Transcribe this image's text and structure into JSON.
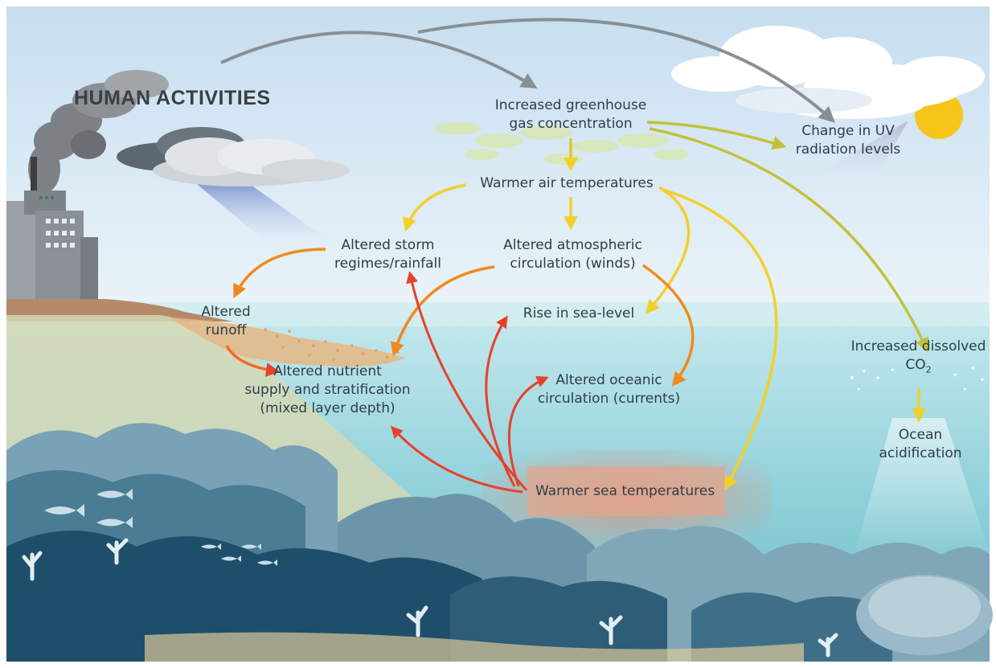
{
  "title": "HUMAN ACTIVITIES",
  "nodes": {
    "ghg": [
      "Increased greenhouse",
      "gas concentration"
    ],
    "uv": [
      "Change in UV",
      "radiation levels"
    ],
    "warmer_air": [
      "Warmer air temperatures"
    ],
    "storm": [
      "Altered storm",
      "regimes/rainfall"
    ],
    "atmo": [
      "Altered atmospheric",
      "circulation (winds)"
    ],
    "runoff": [
      "Altered",
      "runoff"
    ],
    "sea_level": [
      "Rise in sea-level"
    ],
    "co2_line1": "Increased dissolved",
    "co2_line2": "CO",
    "co2_sub": "2",
    "nutrient": [
      "Altered nutrient",
      "supply and stratification",
      "(mixed layer depth)"
    ],
    "oceanic": [
      "Altered oceanic",
      "circulation (currents)"
    ],
    "acid": [
      "Ocean",
      "acidification"
    ],
    "warmer_sea": [
      "Warmer sea temperatures"
    ]
  },
  "colors": {
    "sky_top": "#cfe4f3",
    "sky_bottom": "#e9f2f8",
    "sea_top": "#bfe6ec",
    "sea_bottom": "#7cc7d2",
    "arrow_grey": "#8a8f93",
    "arrow_yellow": "#f3cf2a",
    "arrow_olive": "#c8c43a",
    "arrow_orange": "#f08a1e",
    "arrow_red": "#e8412a",
    "sun": "#f6c519",
    "sediment": "#e7c99a",
    "reef_dark": "#1e4f6a",
    "reef_mid": "#4a7c94",
    "reef_light": "#7aa2b6"
  }
}
